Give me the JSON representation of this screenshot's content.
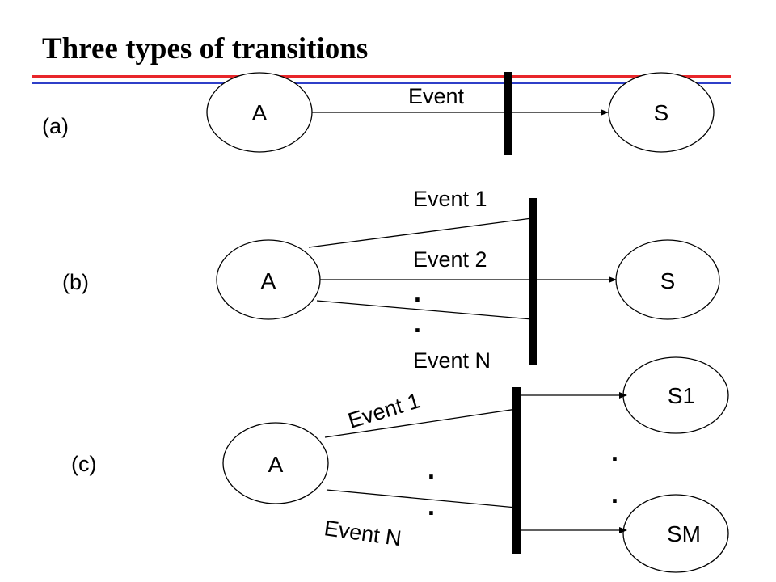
{
  "title": "Three types of transitions",
  "colors": {
    "red_rule": "#e8262a",
    "blue_rule": "#2f3fc8"
  },
  "panel_a": {
    "label": "(a)",
    "source": "A",
    "target": "S",
    "event": "Event"
  },
  "panel_b": {
    "label": "(b)",
    "source": "A",
    "target": "S",
    "event_1": "Event 1",
    "event_2": "Event 2",
    "dot_1": ".",
    "dot_2": ".",
    "event_n": "Event N"
  },
  "panel_c": {
    "label": "(c)",
    "source": "A",
    "target_1": "S1",
    "target_m": "SM",
    "event_1": "Event 1",
    "event_n": "Event N",
    "dot_1": ".",
    "dot_2": ".",
    "dot_3": ".",
    "dot_4": "."
  }
}
